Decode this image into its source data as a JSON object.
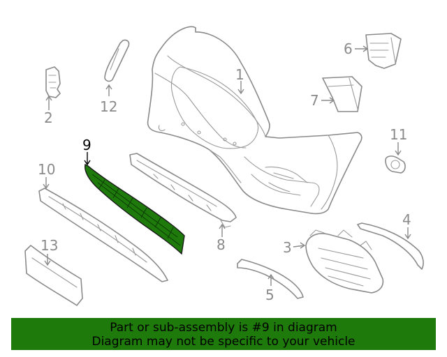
{
  "callouts": {
    "c1": "1",
    "c2": "2",
    "c3": "3",
    "c4": "4",
    "c5": "5",
    "c6": "6",
    "c7": "7",
    "c8": "8",
    "c9": "9",
    "c10": "10",
    "c11": "11",
    "c12": "12",
    "c13": "13"
  },
  "highlight": {
    "part": "9",
    "color": "#1e7b0b"
  },
  "banner": {
    "line1": "Part or sub-assembly is #9 in diagram",
    "line2": "Diagram may not be specific to your vehicle",
    "background": "#1e7b0b"
  }
}
